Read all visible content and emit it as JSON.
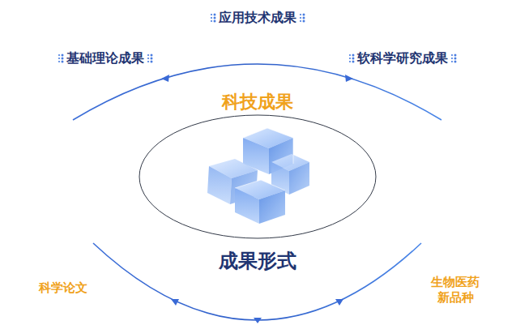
{
  "diagram": {
    "labels": [
      "应用技术成果",
      "基础理论成果",
      "软科学研究成果",
      "科技成果",
      "成果形式",
      "科学论文",
      "生物医药 新品种"
    ]
  }
}
